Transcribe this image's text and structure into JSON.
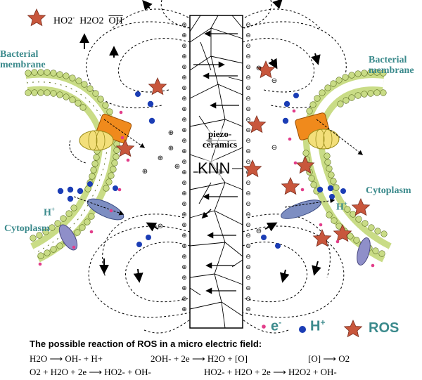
{
  "top_species": {
    "ho2": "HO2",
    "ho2_sup": "-",
    "h2o2": "H2O2",
    "oh": "OH"
  },
  "labels": {
    "bacterial_membrane_left": [
      "Bacterial",
      "membrane"
    ],
    "bacterial_membrane_right": [
      "Bacterial",
      "membrane"
    ],
    "cytoplasm_left": "Cytoplasm",
    "cytoplasm_right": "Cytoplasm",
    "h_plus_left": "H",
    "h_plus_right": "H",
    "plus_sup": "+",
    "piezo": [
      "piezo-",
      "ceramics"
    ],
    "knn": "KNN"
  },
  "legend": {
    "electron": "e",
    "electron_sup": "-",
    "proton": "H",
    "proton_sup": "+",
    "ros": "ROS"
  },
  "reactions": {
    "title": "The possible reaction of ROS in a micro electric field:",
    "r1_left": "H2O",
    "r1_right": "OH- + H+",
    "r2_left": "2OH- + 2e",
    "r2_right": "H2O + [O]",
    "r3_left": "[O]",
    "r3_right": "O2",
    "r4_left": "O2 + H2O + 2e",
    "r4_right": "HO2- + OH-",
    "r5_left": "HO2- + H2O + 2e",
    "r5_right": "H2O2 + OH-"
  },
  "colors": {
    "membrane": "#c9dc86",
    "ros_star": "#c8563c",
    "electron": "#1b3db5",
    "pink": "#e23d8a",
    "label": "#3b8a8c",
    "channel": "#f08a1c",
    "protein": "#7d8ec2"
  }
}
